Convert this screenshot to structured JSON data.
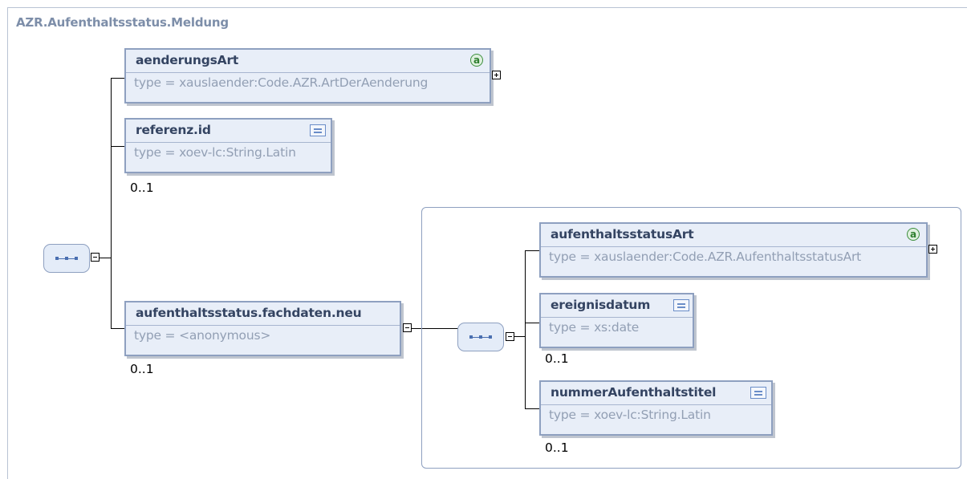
{
  "root": {
    "title": "AZR.Aufenthaltsstatus.Meldung"
  },
  "elements": {
    "aenderungsArt": {
      "name": "aenderungsArt",
      "type": "type = xauslaender:Code.AZR.ArtDerAenderung",
      "badge": "a"
    },
    "referenzId": {
      "name": "referenz.id",
      "type": "type = xoev-lc:String.Latin",
      "cardinality": "0..1"
    },
    "fachdaten": {
      "name": "aufenthaltsstatus.fachdaten.neu",
      "type": "type = <anonymous>",
      "cardinality": "0..1"
    },
    "aufenthaltsstatusArt": {
      "name": "aufenthaltsstatusArt",
      "type": "type = xauslaender:Code.AZR.AufenthaltsstatusArt",
      "badge": "a"
    },
    "ereignisdatum": {
      "name": "ereignisdatum",
      "type": "type = xs:date",
      "cardinality": "0..1"
    },
    "nummerAufenthaltstitel": {
      "name": "nummerAufenthaltstitel",
      "type": "type = xoev-lc:String.Latin",
      "cardinality": "0..1"
    }
  },
  "icons": {
    "attribute_badge": "attribute-a-icon",
    "documentation": "documentation-icon",
    "sequence": "sequence-icon",
    "expand": "expand-plus-icon",
    "collapse": "collapse-minus-icon"
  },
  "colors": {
    "border": "#8ea0c0",
    "fill": "#e8eef8",
    "name": "#344462",
    "type": "#929fb4",
    "badge": "#3d8f3d"
  }
}
